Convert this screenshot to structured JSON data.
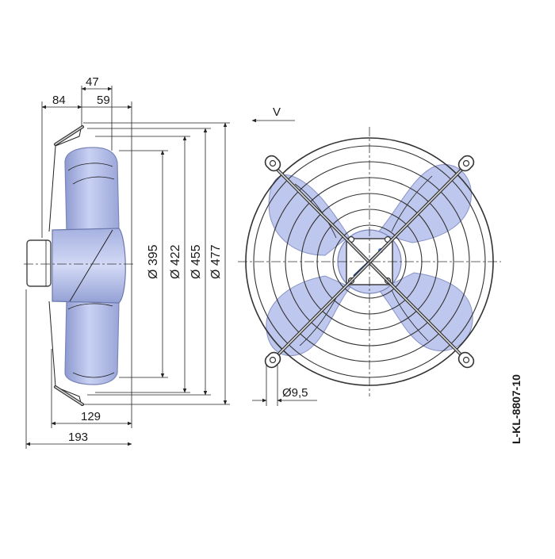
{
  "side_view": {
    "dim_top_47": "47",
    "dim_top_84": "84",
    "dim_top_59": "59",
    "dia_395": "Ø 395",
    "dia_422": "Ø 422",
    "dia_455": "Ø 455",
    "dia_477": "Ø 477",
    "dim_bottom_129": "129",
    "dim_bottom_193": "193"
  },
  "front_view": {
    "airflow_label": "V",
    "hole_dia": "Ø9,5"
  },
  "drawing_code": "L-KL-8807-10",
  "colors": {
    "blade": "#b8c2ec",
    "blade_dark": "#8c98cc",
    "line": "#222222"
  }
}
